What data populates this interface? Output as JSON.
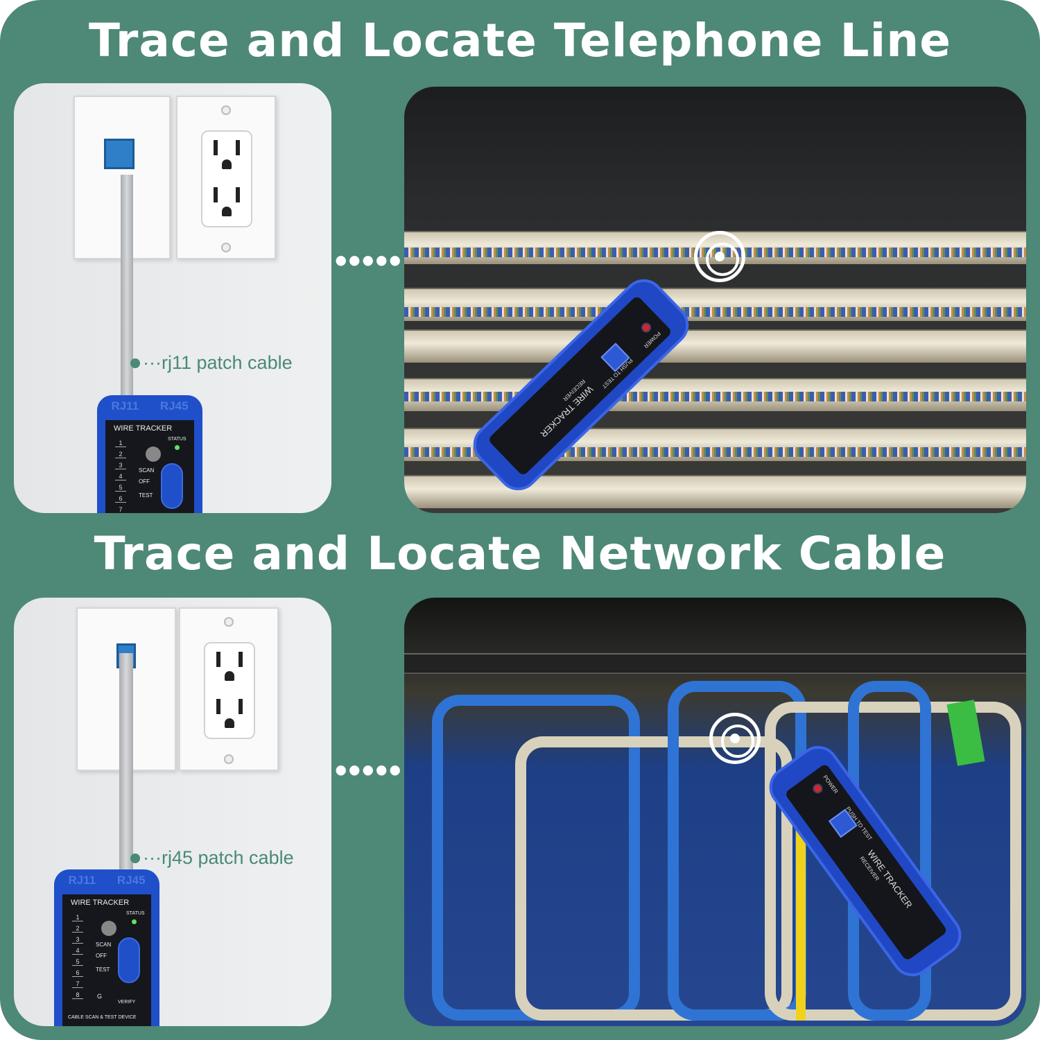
{
  "colors": {
    "background": "#4e8877",
    "accent_text": "#4a8a74",
    "device_blue": "#1f4fc9"
  },
  "sections": [
    {
      "title": "Trace and Locate Telephone Line",
      "callout": "rj11 patch cable",
      "transmitter": {
        "ports": "RJ11 RJ45",
        "brand": "WIRE TRACKER",
        "status": "STATUS",
        "scan": "SCAN",
        "off": "OFF",
        "test": "TEST",
        "numbers": [
          "1",
          "2",
          "3",
          "4",
          "5",
          "6",
          "7"
        ]
      },
      "receiver": {
        "brand": "WIRE TRACKER",
        "model": "RECEIVER",
        "power": "POWER",
        "push": "PUSH TO TEST"
      }
    },
    {
      "title": "Trace and Locate Network Cable",
      "callout": "rj45 patch cable",
      "transmitter": {
        "ports": "RJ11 RJ45",
        "brand": "WIRE TRACKER",
        "status": "STATUS",
        "scan": "SCAN",
        "off": "OFF",
        "test": "TEST",
        "numbers": [
          "1",
          "2",
          "3",
          "4",
          "5",
          "6",
          "7",
          "8"
        ],
        "g": "G",
        "verify": "VERIFY",
        "footer": "CABLE SCAN & TEST DEVICE"
      },
      "receiver": {
        "brand": "WIRE TRACKER",
        "model": "RECEIVER",
        "power": "POWER",
        "push": "PUSH TO TEST"
      }
    }
  ],
  "connector_dots": "•••••"
}
